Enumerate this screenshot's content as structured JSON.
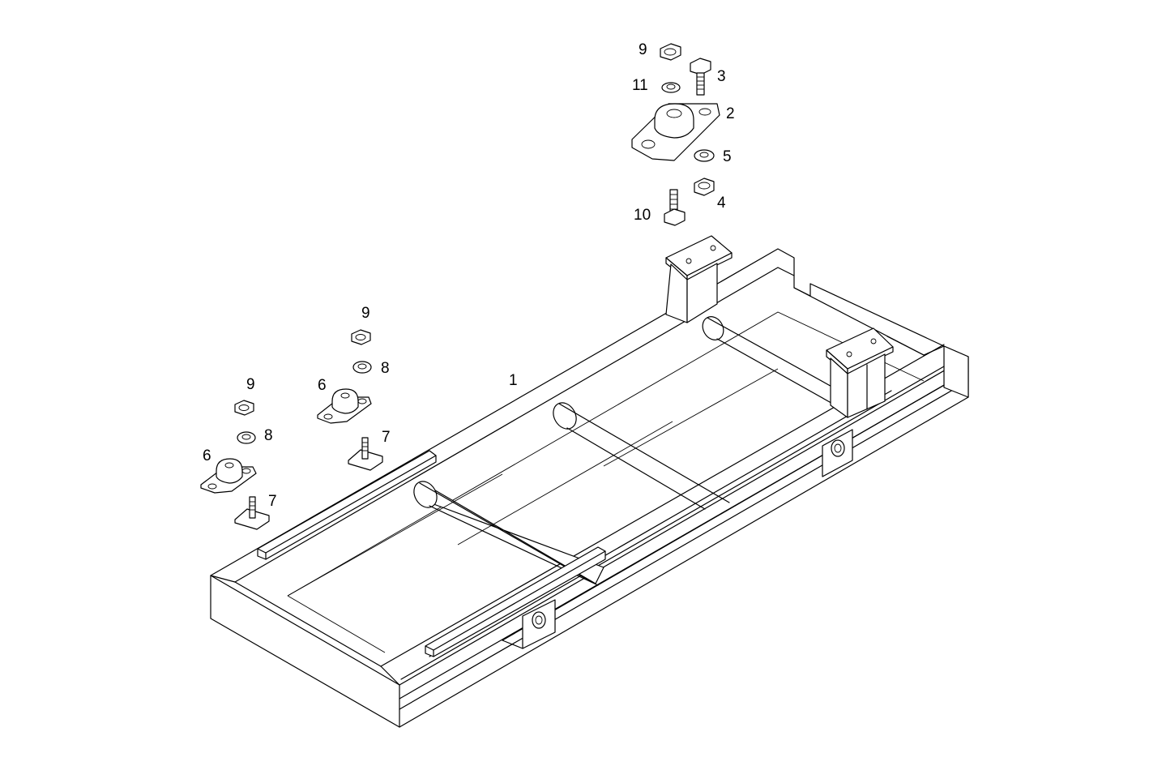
{
  "diagram": {
    "callouts": {
      "c1": "1",
      "c2": "2",
      "c3": "3",
      "c4": "4",
      "c5": "5",
      "c6a": "6",
      "c6b": "6",
      "c7a": "7",
      "c7b": "7",
      "c8a": "8",
      "c8b": "8",
      "c9a": "9",
      "c9b": "9",
      "c9c": "9",
      "c10": "10",
      "c11": "11"
    }
  }
}
